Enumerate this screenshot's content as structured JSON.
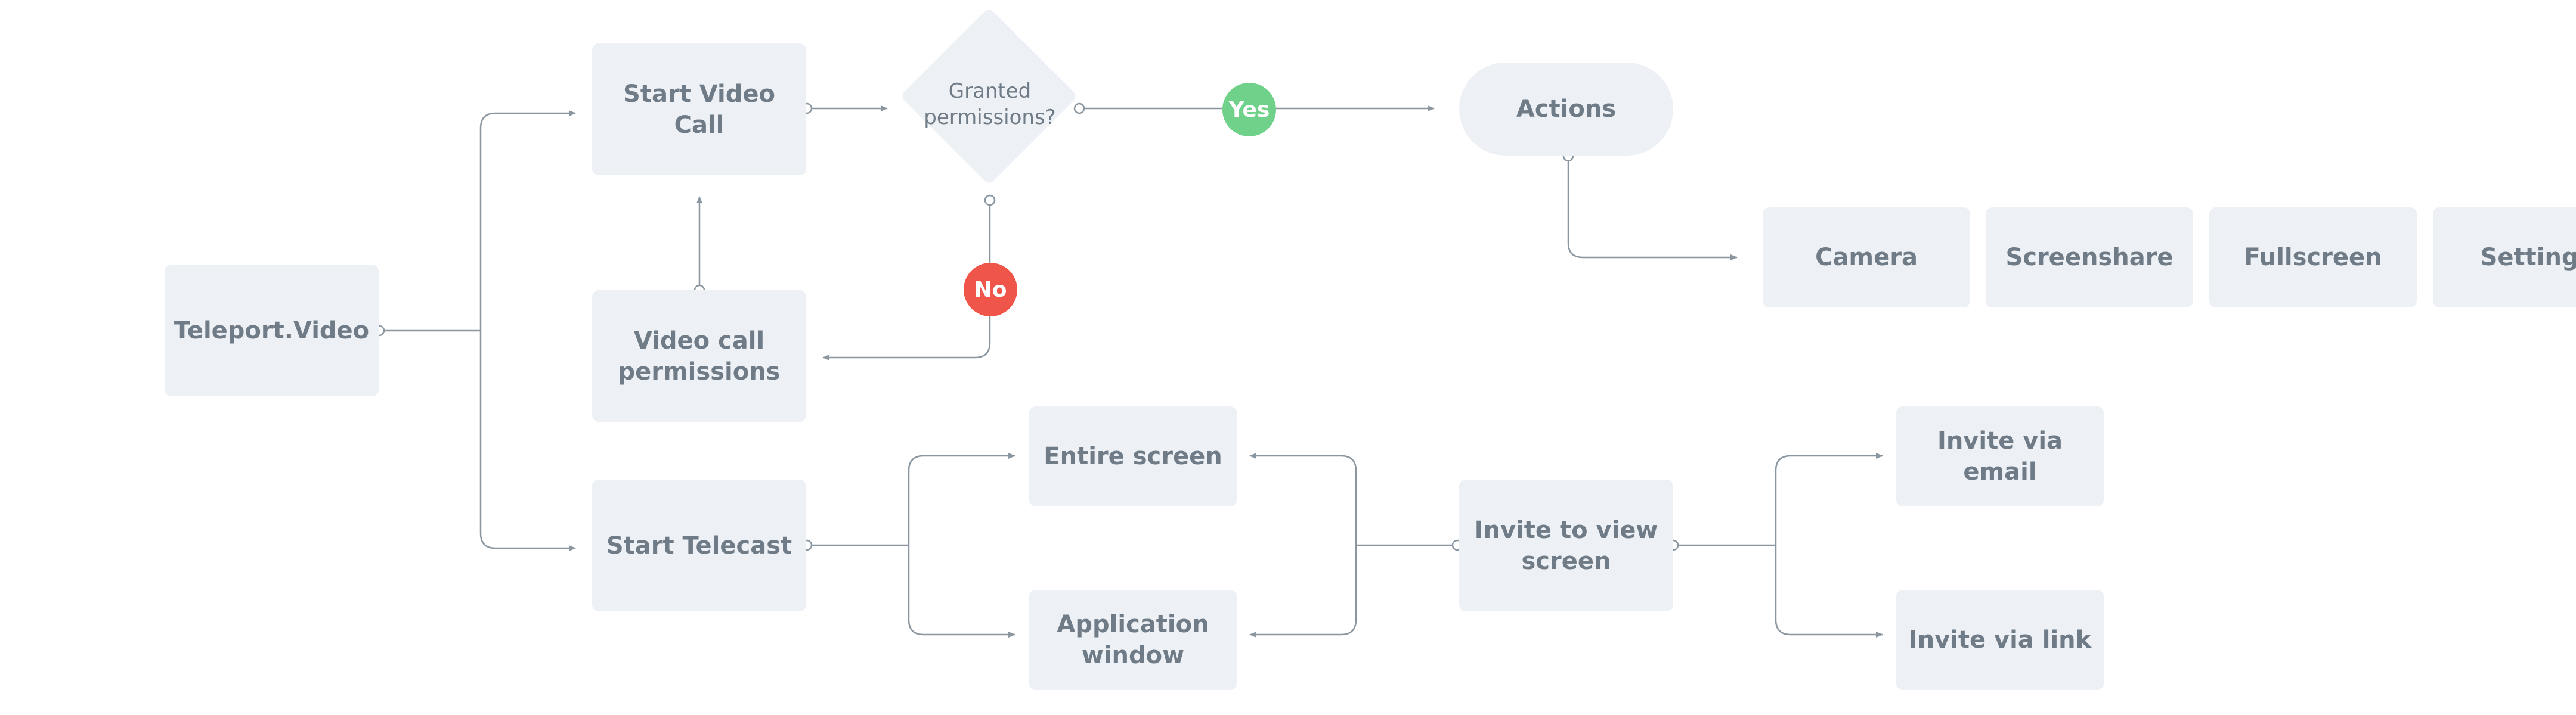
{
  "diagram": {
    "nodes": {
      "teleport": "Teleport.Video",
      "start_video_call": "Start Video Call",
      "video_call_permissions": "Video call\npermissions",
      "start_telecast": "Start Telecast",
      "granted_permissions": "Granted\npermissions?",
      "actions": "Actions",
      "camera": "Camera",
      "screenshare": "Screenshare",
      "fullscreen": "Fullscreen",
      "settings": "Settings",
      "entire_screen": "Entire screen",
      "application_window": "Application\nwindow",
      "invite_to_view_screen": "Invite to view\nscreen",
      "invite_via_email": "Invite via email",
      "invite_via_link": "Invite via link"
    },
    "badges": {
      "yes": "Yes",
      "no": "No"
    },
    "colors": {
      "node_fill": "#edf0f4",
      "node_text": "#6f7b86",
      "connector": "#8a96a0",
      "yes": "#6fd18a",
      "no": "#f0554a"
    }
  }
}
